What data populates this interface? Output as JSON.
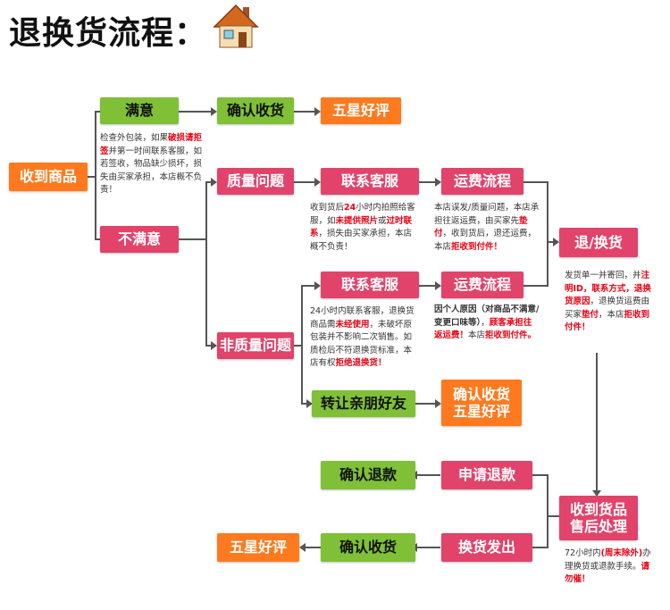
{
  "title": "退换货流程：",
  "boxes": {
    "receive": "收到商品",
    "satisfied": "满意",
    "confirm_receipt_1": "确认收货",
    "five_star_1": "五星好评",
    "quality_issue": "质量问题",
    "contact_cs_1": "联系客服",
    "shipping_flow_1": "运费流程",
    "return_exchange": "退/换货",
    "unsatisfied": "不满意",
    "non_quality_issue": "非质量问题",
    "contact_cs_2": "联系客服",
    "shipping_flow_2": "运费流程",
    "transfer_friends": "转让亲朋好友",
    "confirm_receipt_2": "确认收货",
    "five_star_2": "五星好评",
    "confirm_refund": "确认退款",
    "apply_refund": "申请退款",
    "after_sales": "收到货品\n售后处理",
    "five_star_3": "五星好评",
    "confirm_receipt_3": "确认收货",
    "exchange_ship": "换货发出"
  },
  "notes": {
    "n1": [
      {
        "t": "检查外包装，如果"
      },
      {
        "t": "破损请拒签",
        "red": true
      },
      {
        "t": "并第一时间联系客服，如若签收，物品缺少损坏，损失由买家承担，本店概不负责！"
      }
    ],
    "n2": [
      {
        "t": "收到货后"
      },
      {
        "t": "24",
        "red": true
      },
      {
        "t": "小时内拍照给客服，如"
      },
      {
        "t": "未提供照片",
        "red": true
      },
      {
        "t": "或"
      },
      {
        "t": "过时联系",
        "red": true
      },
      {
        "t": "，损失由买家承担，本店概不负责！"
      }
    ],
    "n3": [
      {
        "t": "本店误发/质量问题，本店承担往返运费，由买家先"
      },
      {
        "t": "垫付",
        "red": true
      },
      {
        "t": "，收到货后，退还运费，本店"
      },
      {
        "t": "拒收到付件！",
        "red": true
      }
    ],
    "n4": [
      {
        "t": "发货单一并寄回，并"
      },
      {
        "t": "注明ID，联系方式，退换货原因",
        "red": true
      },
      {
        "t": "，退换货运费由买家"
      },
      {
        "t": "垫付",
        "red": true
      },
      {
        "t": "，本店"
      },
      {
        "t": "拒收到付件！",
        "red": true
      }
    ],
    "n5": [
      {
        "t": "24小时内联系客服，退换货商品需"
      },
      {
        "t": "未经使用",
        "red": true
      },
      {
        "t": "，未破坏原包装并不影响二次销售。如质检后不符退换货标准，本店有权"
      },
      {
        "t": "拒绝退换货！",
        "red": true
      }
    ],
    "n6": [
      {
        "t": "因个人原因（对商品不满意/变更口味等）",
        "bold": true
      },
      {
        "t": "，"
      },
      {
        "t": "顾客承担往返运费！",
        "red": true
      },
      {
        "t": "本店"
      },
      {
        "t": "拒收到付件。",
        "red": true
      }
    ],
    "n7": [
      {
        "t": "72小时内"
      },
      {
        "t": "(周末除外)",
        "red": true
      },
      {
        "t": "办理换货或退款手续。"
      },
      {
        "t": "请勿催！",
        "red": true
      }
    ]
  }
}
